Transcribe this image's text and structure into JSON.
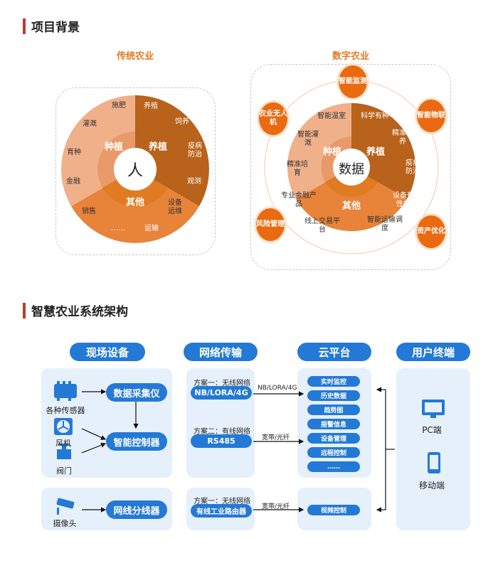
{
  "section1": {
    "title": "项目背景"
  },
  "section2": {
    "title": "智慧农业系统架构"
  },
  "traditional": {
    "title": "传统农业",
    "center": "人",
    "sectors": [
      "种植",
      "养植",
      "其他"
    ],
    "items": [
      "施肥",
      "灌溉",
      "育种",
      "金融",
      "销售",
      "……",
      "运输",
      "设备运维",
      "观测",
      "疫病防治",
      "饲养",
      "养殖"
    ]
  },
  "digital": {
    "title": "数字农业",
    "center": "数据",
    "sectors": [
      "种植",
      "养植",
      "其他"
    ],
    "items": [
      "智能温室",
      "智能灌溉",
      "精准培育",
      "专业金融产品",
      "线上交易平台",
      "……",
      "智能运输调度",
      "设备预防性维护",
      "疫病防治",
      "精准饲养",
      "科学有种"
    ],
    "bubbles": [
      "智能监测",
      "智能物联",
      "资产优化",
      "风险管理",
      "农业无人机"
    ]
  },
  "arch": {
    "columns": [
      "现场设备",
      "网络传输",
      "云平台",
      "用户终端"
    ],
    "devices": [
      "各种传感器",
      "风机",
      "阀门",
      "摄像头"
    ],
    "device_pills": [
      "数据采集仪",
      "智能控制器",
      "网线分线器"
    ],
    "schemes": [
      {
        "label": "方案一：无线网络",
        "pill": "NB/LORA/4G",
        "conn": "NB/LORA/4G"
      },
      {
        "label": "方案二：有线网络",
        "pill": "RS485",
        "conn": "宽带/光纤"
      },
      {
        "label": "方案一：无线网络",
        "pill": "有线工业路由器",
        "conn": "宽带/光纤"
      }
    ],
    "cloud_items": [
      "实时监控",
      "历史数据",
      "趋势图",
      "报警信息",
      "设备管理",
      "远程控制",
      "……"
    ],
    "cloud_video": "视频控制",
    "terminals": [
      "PC端",
      "移动端"
    ]
  },
  "colors": {
    "accent": "#c0392b",
    "orange": "#e07b22",
    "blue": "#2479d6",
    "panel": "#e6f0fb"
  }
}
